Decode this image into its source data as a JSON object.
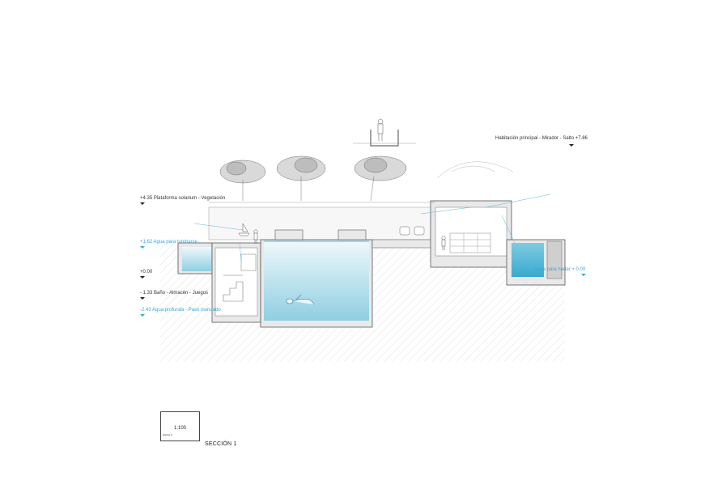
{
  "levels": {
    "top_room": "Habitación principal - Mirador - Salto +7.86",
    "solarium": "+4.35 Plataforma solarium - Vegetación",
    "shallow_water": "+1.62 Agua para tumbarse",
    "ground": "+0.00",
    "bath": "- 1.33 Baño - Almacén - Juegos",
    "deep_water": "-2.43 Agua profunda - Paso inundado",
    "swim_water": "Agua para nadar + 0.00"
  },
  "scale": {
    "ratio": "1:100",
    "caption": "ESCALA"
  },
  "section_title": "SECCIÓN 1",
  "colors": {
    "water": "#9fd6e6",
    "water_deep": "#6cbfd8",
    "blue_label": "#3aa6d8",
    "structure": "#e9e9e9",
    "outline": "#555555",
    "ground_hatch": "#c8c8c8"
  },
  "icons": [
    "tree-icon",
    "person-icon",
    "swimmer-icon",
    "sailboat-icon",
    "north-arrow-icon"
  ]
}
